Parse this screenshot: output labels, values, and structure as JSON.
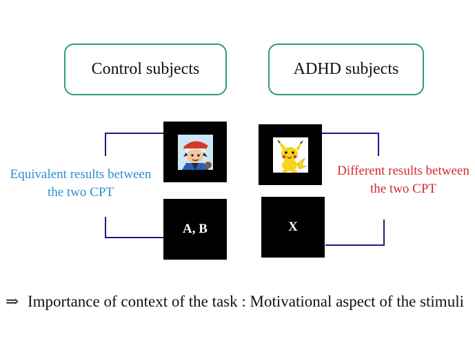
{
  "groups": {
    "control": "Control subjects",
    "adhd": "ADHD subjects"
  },
  "stimuli": {
    "control_picture": "cartoon-character-image",
    "control_letters": "A, B",
    "adhd_picture": "pikachu-image",
    "adhd_letter": "X"
  },
  "results": {
    "equivalent": "Equivalent results between the two CPT",
    "different": "Different results between the two CPT"
  },
  "conclusion": {
    "arrow": "⇒",
    "text": "Importance of context of the task : Motivational aspect of the stimuli"
  },
  "colors": {
    "box_border": "#2f9a7f",
    "equivalent_text": "#2a8fd0",
    "different_text": "#d42a2a",
    "bracket_line": "#1a1a8a"
  }
}
